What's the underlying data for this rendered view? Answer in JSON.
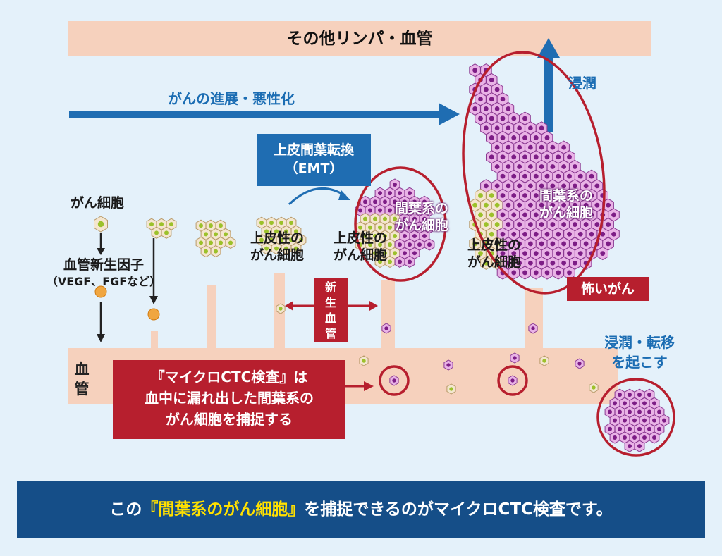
{
  "top_band": {
    "title": "その他リンパ・血管"
  },
  "progress_arrow": {
    "label": "がんの進展・悪性化"
  },
  "invasion": {
    "label": "浸潤"
  },
  "emt": {
    "line1": "上皮間葉転換",
    "line2": "（EMT）"
  },
  "cancer_cell": {
    "label": "がん細胞"
  },
  "angiogenesis": {
    "line1": "血管新生因子",
    "line2": "（VEGF、FGFなど）"
  },
  "epithelial_1": {
    "line1": "上皮性の",
    "line2": "がん細胞"
  },
  "epithelial_2": {
    "line1": "上皮性の",
    "line2": "がん細胞"
  },
  "epithelial_3": {
    "line1": "上皮性の",
    "line2": "がん細胞"
  },
  "mesenchymal_1": {
    "line1": "間葉系の",
    "line2": "がん細胞"
  },
  "mesenchymal_2": {
    "line1": "間葉系の",
    "line2": "がん細胞"
  },
  "new_vessel": {
    "chars": [
      "新",
      "生",
      "血",
      "管"
    ]
  },
  "scary_cancer": {
    "label": "怖いがん"
  },
  "metastasis": {
    "line1": "浸潤・転移",
    "line2": "を起こす"
  },
  "blood_vessel": {
    "chars": [
      "血",
      "管"
    ]
  },
  "ctc_box": {
    "line1": "『マイクロCTC検査』は",
    "line2": "血中に漏れ出した間葉系の",
    "line3": "がん細胞を捕捉する"
  },
  "bottom_banner": {
    "pre": "この",
    "highlight": "『間葉系のがん細胞』",
    "post": "を捕捉できるのがマイクロCTC検査です。"
  },
  "colors": {
    "background": "#e4f1fa",
    "tissue": "#f6d1bd",
    "arrow_blue": "#1f6db2",
    "label_blue": "#1b6db3",
    "dark_red": "#b71f2e",
    "banner_navy": "#154e88",
    "highlight_yellow": "#ffe000",
    "epithelial_fill": "#f4e6cf",
    "epithelial_nucleus": "#9cc12b",
    "mesenchymal_fill": "#e9b3e6",
    "mesenchymal_nucleus": "#7d1d86",
    "factor_orange": "#f0a640"
  }
}
